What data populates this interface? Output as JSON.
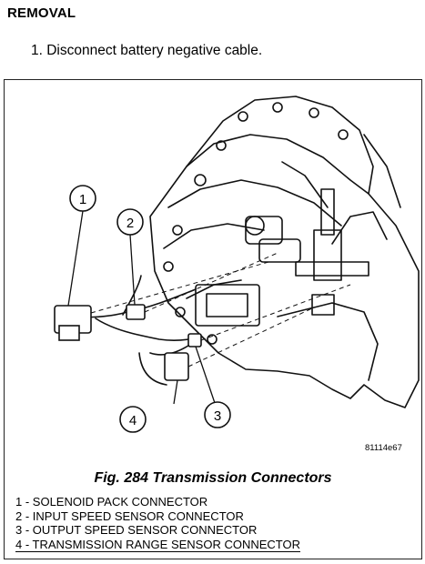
{
  "heading": "REMOVAL",
  "steps": [
    {
      "text": "1. Disconnect battery negative cable."
    }
  ],
  "figure": {
    "code": "81114e67",
    "caption": "Fig. 284 Transmission Connectors",
    "callouts": [
      "1",
      "2",
      "3",
      "4"
    ],
    "legend": [
      "1 - SOLENOID PACK CONNECTOR",
      "2 - INPUT SPEED SENSOR CONNECTOR",
      "3 - OUTPUT SPEED SENSOR CONNECTOR",
      "4 - TRANSMISSION RANGE SENSOR CONNECTOR"
    ]
  }
}
